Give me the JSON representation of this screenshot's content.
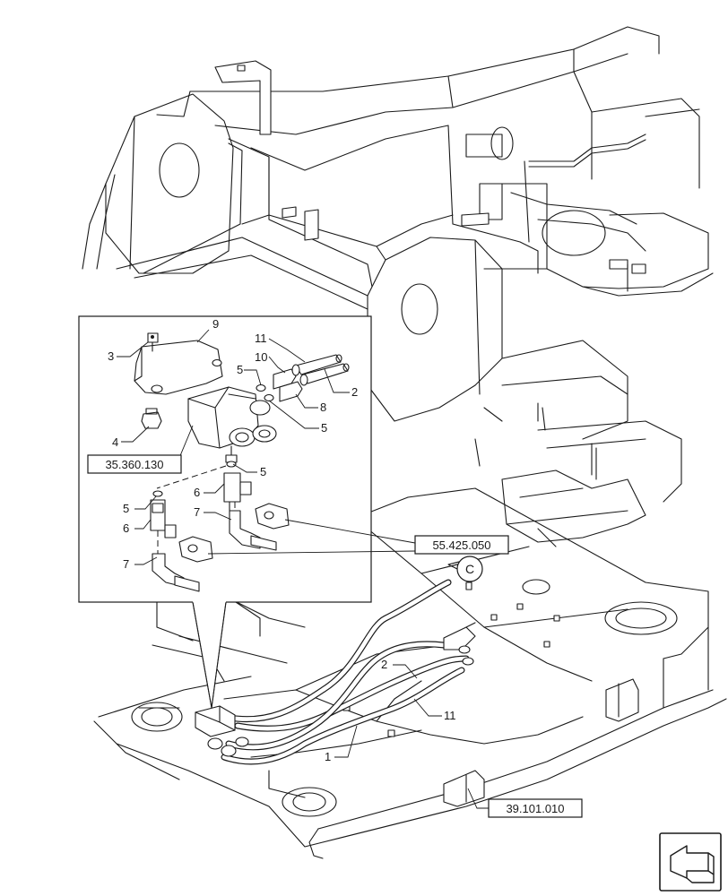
{
  "diagram": {
    "item_numbers": {
      "n1_main": "1",
      "n2_main": "2",
      "n11_main": "11",
      "n9": "9",
      "n3": "3",
      "n4": "4",
      "n11_detail": "11",
      "n10": "10",
      "n5_a": "5",
      "n2_detail": "2",
      "n8": "8",
      "n5_b": "5",
      "n5_c": "5",
      "n5_d": "5",
      "n6_a": "6",
      "n6_b": "6",
      "n7_a": "7",
      "n7_b": "7"
    },
    "references": {
      "valve_ref": "35.360.130",
      "sensor_ref": "55.425.050",
      "frame_ref": "39.101.010"
    },
    "view_marker": "C",
    "corner_icon": "direction-arrow-icon"
  }
}
